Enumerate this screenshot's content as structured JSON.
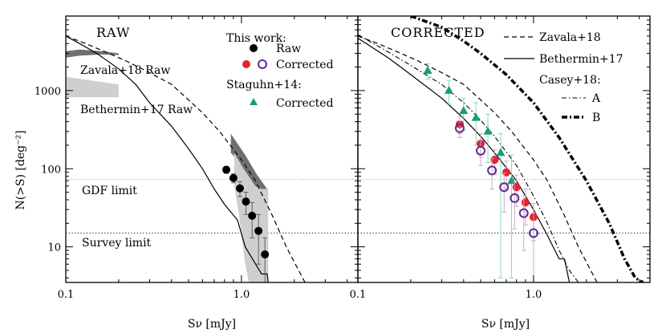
{
  "figure": {
    "ylabel": "N(>S) [deg⁻²]",
    "xlabel_left": "Sν [mJy]",
    "xlabel_right": "Sν [mJy]"
  },
  "chart_data": [
    {
      "type": "line",
      "panel": "left",
      "title": "RAW",
      "xscale": "log",
      "yscale": "log",
      "xlim": [
        0.1,
        4.6
      ],
      "ylim": [
        3.5,
        9000
      ],
      "xticklabels": [
        "0.1",
        "1.0"
      ],
      "yticklabels": [
        "10",
        "100",
        "1000"
      ],
      "annotations": {
        "zavala_raw": "Zavala+18 Raw",
        "bethermin_raw": "Bethermin+17 Raw",
        "gdf_limit": "GDF limit",
        "survey_limit": "Survey limit"
      },
      "hlines": [
        {
          "name": "GDF limit",
          "y": 73,
          "style": "dotted-light"
        },
        {
          "name": "Survey limit",
          "y": 15,
          "style": "dotted"
        }
      ],
      "legend": {
        "position": "top-right",
        "heading1": "This work:",
        "raw": "Raw",
        "corrected": "Corrected",
        "heading2": "Staguhn+14:",
        "staguhn": "Corrected"
      },
      "series": [
        {
          "name": "Zavala+18",
          "style": "dashed",
          "x": [
            0.1,
            0.13,
            0.17,
            0.22,
            0.3,
            0.4,
            0.5,
            0.6,
            0.75,
            1.0,
            1.2,
            1.5,
            1.8,
            2.3
          ],
          "y": [
            5000,
            4000,
            3100,
            2400,
            1700,
            1200,
            760,
            520,
            300,
            130,
            70,
            25,
            10,
            3.5
          ]
        },
        {
          "name": "Bethermin+17",
          "style": "solid",
          "x": [
            0.1,
            0.12,
            0.15,
            0.2,
            0.25,
            0.3,
            0.4,
            0.5,
            0.6,
            0.7,
            0.8,
            0.95,
            1.05,
            1.3,
            1.4,
            1.42
          ],
          "y": [
            5000,
            4000,
            3000,
            1900,
            1200,
            700,
            350,
            180,
            100,
            55,
            35,
            22,
            10,
            4.5,
            4.5,
            3.5
          ]
        },
        {
          "name": "Raw",
          "marker": "filled-circle",
          "color": "#000000",
          "x": [
            0.82,
            0.9,
            0.98,
            1.06,
            1.15,
            1.25,
            1.36
          ],
          "y": [
            97,
            76,
            56,
            38,
            25,
            16,
            8
          ],
          "err": [
            10,
            10,
            12,
            12,
            12,
            10,
            5
          ]
        }
      ],
      "bands": [
        {
          "name": "Zavala+18 Raw",
          "fill": "#707070",
          "x": [
            0.1,
            0.1,
            0.12,
            0.16,
            0.2,
            0.2,
            0.16,
            0.12,
            0.1
          ],
          "y": [
            2650,
            3200,
            3350,
            3200,
            3000,
            2850,
            2900,
            2800,
            2650
          ],
          "legend_swatch": true
        },
        {
          "name": "Bethermin+17 Raw",
          "fill": "#cfcfcf",
          "x": [
            0.1,
            0.2,
            0.2,
            0.1
          ],
          "y": [
            1500,
            1200,
            820,
            820
          ],
          "legend_swatch": true
        },
        {
          "name": "Zavala+18 Raw band",
          "fill": "#707070",
          "x": [
            0.87,
            1.05,
            1.22,
            1.4,
            1.4,
            1.3,
            1.18,
            1.06,
            0.98,
            0.87
          ],
          "y": [
            280,
            150,
            85,
            55,
            17,
            28,
            46,
            80,
            120,
            160
          ]
        },
        {
          "name": "Bethermin+17 Raw band",
          "fill": "#cfcfcf",
          "x": [
            0.91,
            1.0,
            1.1,
            1.2,
            1.3,
            1.42,
            1.42,
            1.3,
            1.2,
            1.1,
            1.05,
            0.97,
            0.91
          ],
          "y": [
            160,
            110,
            80,
            60,
            55,
            55,
            3.5,
            3.5,
            3.5,
            3.5,
            6,
            25,
            60
          ]
        }
      ]
    },
    {
      "type": "line",
      "panel": "right",
      "title": "CORRECTED",
      "xscale": "log",
      "yscale": "log",
      "xlim": [
        0.1,
        4.6
      ],
      "ylim": [
        3.5,
        9000
      ],
      "xticklabels": [
        "0.1",
        "1.0"
      ],
      "hlines": [
        {
          "name": "GDF limit",
          "y": 73,
          "style": "dotted-light"
        },
        {
          "name": "Survey limit",
          "y": 15,
          "style": "dotted"
        }
      ],
      "legend": {
        "position": "top-right",
        "zavala": "Zavala+18",
        "bethermin": "Bethermin+17",
        "casey_heading": "Casey+18:",
        "casey_a": "A",
        "casey_b": "B"
      },
      "series": [
        {
          "name": "Zavala+18",
          "style": "dashed",
          "x": [
            0.1,
            0.13,
            0.17,
            0.22,
            0.3,
            0.4,
            0.5,
            0.6,
            0.75,
            1.0,
            1.2,
            1.5,
            1.8,
            2.3
          ],
          "y": [
            5000,
            4000,
            3100,
            2400,
            1700,
            1200,
            760,
            520,
            300,
            130,
            70,
            25,
            10,
            3.5
          ]
        },
        {
          "name": "Bethermin+17",
          "style": "solid",
          "x": [
            0.1,
            0.15,
            0.2,
            0.3,
            0.4,
            0.5,
            0.6,
            0.8,
            1.0,
            1.2,
            1.4,
            1.5,
            1.6
          ],
          "y": [
            4700,
            2600,
            1600,
            800,
            440,
            260,
            160,
            70,
            30,
            14,
            7,
            7,
            3.5
          ]
        },
        {
          "name": "A",
          "style": "dashdot",
          "x": [
            0.1,
            0.15,
            0.2,
            0.3,
            0.4,
            0.5,
            0.6,
            0.8,
            1.0,
            1.2,
            1.4,
            1.6,
            1.8
          ],
          "y": [
            5200,
            3100,
            2100,
            1200,
            700,
            420,
            260,
            110,
            45,
            20,
            9,
            5,
            3.5
          ]
        },
        {
          "name": "B",
          "style": "thick-dashdot",
          "x": [
            0.2,
            0.3,
            0.4,
            0.5,
            0.7,
            1.0,
            1.4,
            2.0,
            2.7,
            3.3,
            3.8,
            4.2
          ],
          "y": [
            9000,
            6500,
            4300,
            3000,
            1600,
            700,
            250,
            70,
            20,
            7,
            4,
            3.5
          ]
        },
        {
          "name": "Staguhn+14 Corrected",
          "marker": "triangle",
          "color": "#15a071",
          "x": [
            0.25,
            0.33,
            0.4,
            0.47,
            0.55,
            0.65,
            0.75
          ],
          "y": [
            1800,
            1000,
            550,
            450,
            300,
            160,
            70
          ],
          "err_up": [
            400,
            350,
            250,
            250,
            200,
            120,
            80
          ],
          "err_down": [
            400,
            330,
            240,
            250,
            180,
            156,
            66
          ]
        },
        {
          "name": "Corrected",
          "marker": "filled-circle",
          "color": "#e8222c",
          "x": [
            0.38,
            0.5,
            0.6,
            0.7,
            0.8,
            0.9,
            1.0
          ],
          "y": [
            370,
            210,
            130,
            90,
            58,
            37,
            24
          ],
          "err": [
            90,
            70,
            45,
            35,
            25,
            18,
            12
          ]
        },
        {
          "name": "Raw (corrected flux)",
          "marker": "open-circle",
          "color": "#5b2c91",
          "x": [
            0.38,
            0.5,
            0.58,
            0.68,
            0.78,
            0.88,
            1.0
          ],
          "y": [
            330,
            170,
            95,
            58,
            42,
            27,
            15
          ],
          "err": [
            80,
            60,
            40,
            30,
            25,
            18,
            12
          ]
        }
      ]
    }
  ]
}
